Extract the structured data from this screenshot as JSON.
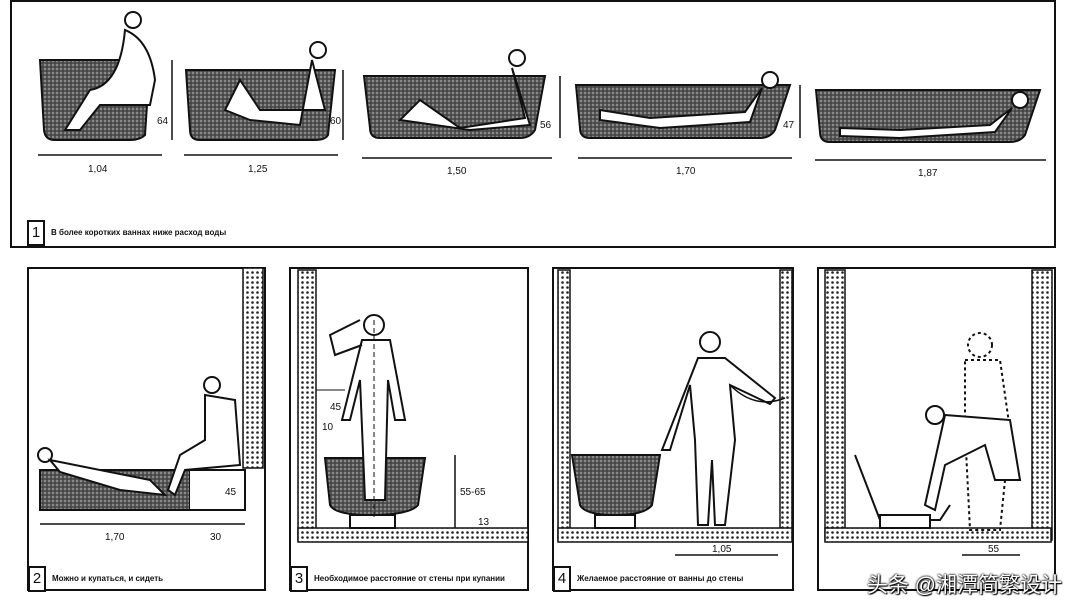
{
  "panels": {
    "p1": {
      "number": "1",
      "caption": "В более коротких ваннах ниже расход воды",
      "widths": [
        "1,04",
        "1,25",
        "1,50",
        "1,70",
        "1,87"
      ],
      "heights": [
        "64",
        "60",
        "56",
        "47"
      ]
    },
    "p2": {
      "number": "2",
      "caption": "Можно и купаться, и сидеть",
      "dims": [
        "1,70",
        "30",
        "45"
      ]
    },
    "p3": {
      "number": "3",
      "caption": "Необходимое расстояние от стены при купании",
      "dims": [
        "45",
        "10",
        "55-65",
        "13"
      ]
    },
    "p4": {
      "number": "4",
      "caption": "Желаемое расстояние от ванны до стены",
      "dims": [
        "1,05"
      ]
    },
    "p5": {
      "dims": [
        "55"
      ]
    }
  },
  "watermark": "头条 @湘潭简繁设计",
  "colors": {
    "ink": "#111111",
    "fill": "#6b6b6b"
  }
}
